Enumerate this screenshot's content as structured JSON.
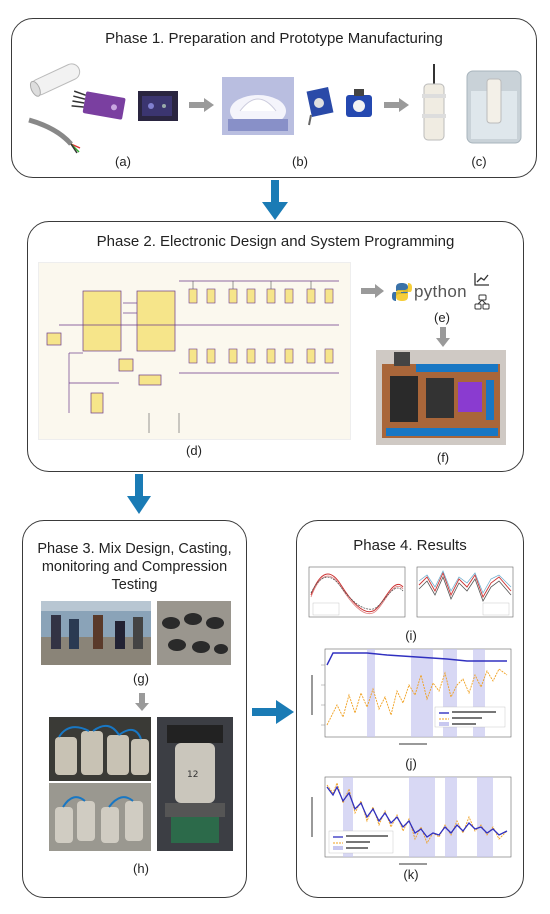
{
  "phase1": {
    "title": "Phase 1. Preparation and Prototype Manufacturing",
    "labels": [
      "(a)",
      "(b)",
      "(c)"
    ]
  },
  "phase2": {
    "title": "Phase 2. Electronic Design and System Programming",
    "labels": [
      "(d)",
      "(e)",
      "(f)"
    ],
    "python_text": "python"
  },
  "phase3": {
    "title_lines": [
      "Phase 3. Mix Design, Casting,",
      "monitoring and Compression",
      "Testing"
    ],
    "labels": [
      "(g)",
      "(h)"
    ]
  },
  "phase4": {
    "title": "Phase 4. Results",
    "labels": [
      "(i)",
      "(j)",
      "(k)"
    ]
  },
  "colors": {
    "flow_arrow": "#1a7bb5",
    "step_arrow": "#9a9a9a",
    "border": "#3a3a3a",
    "chart_line_j": "#3030c0",
    "chart_dash_j": "#f0a020",
    "band": "#c8c8f0"
  }
}
